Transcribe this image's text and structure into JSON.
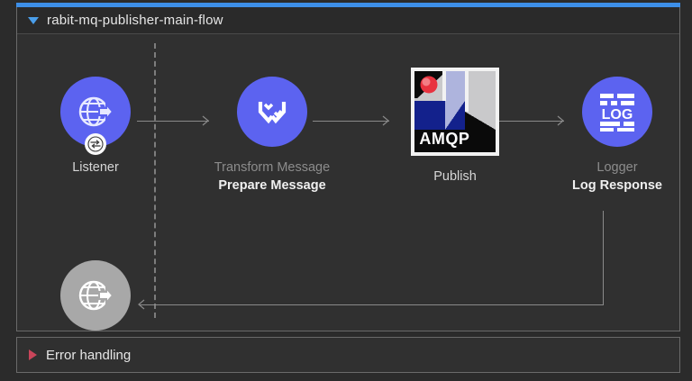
{
  "flow": {
    "title": "rabit-mq-publisher-main-flow",
    "expanded_icon": "triangle-down-icon",
    "accent_color": "#3d8fe8"
  },
  "nodes": [
    {
      "id": "listener",
      "icon": "globe-arrow-icon",
      "badge_icon": "exchange-arrows-icon",
      "type_label": "",
      "name_label": "Listener",
      "circle_color": "#5c63f0"
    },
    {
      "id": "transform",
      "icon": "dataweave-icon",
      "type_label": "Transform Message",
      "name_label": "Prepare Message",
      "circle_color": "#5c63f0"
    },
    {
      "id": "publish",
      "icon": "amqp-logo-icon",
      "logo_text": "AMQP",
      "type_label": "Publish",
      "name_label": "",
      "circle_color": ""
    },
    {
      "id": "logger",
      "icon": "log-icon",
      "icon_text": "LOG",
      "type_label": "Logger",
      "name_label": "Log Response",
      "circle_color": "#5c63f0"
    },
    {
      "id": "response",
      "icon": "globe-arrow-icon",
      "type_label": "",
      "name_label": "",
      "circle_color": "#a8a8a8"
    }
  ],
  "error_handling": {
    "title": "Error handling",
    "collapsed_icon": "triangle-right-icon",
    "icon_color": "#c9455a"
  }
}
